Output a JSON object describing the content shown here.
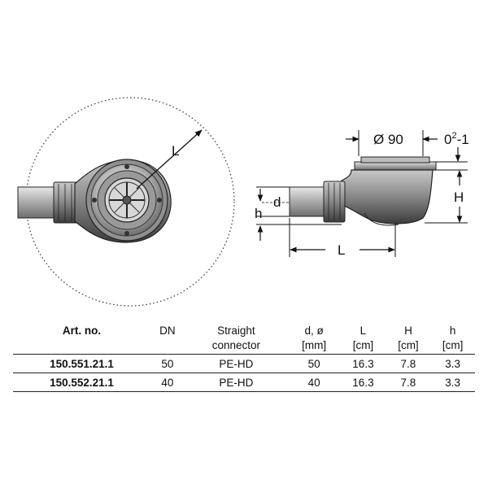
{
  "dimensions": {
    "length_label": "L",
    "diameter_label": "Ø 90",
    "adjust_prefix": "0",
    "adjust_sup": "2",
    "adjust_suffix": "-1",
    "height_label": "H",
    "connector_d_label": "d",
    "connector_h_label": "h",
    "side_length_label": "L"
  },
  "table": {
    "headers": [
      {
        "line1": "Art. no.",
        "line2": ""
      },
      {
        "line1": "DN",
        "line2": ""
      },
      {
        "line1": "Straight",
        "line2": "connector"
      },
      {
        "line1": "d, ø",
        "line2": "[mm]"
      },
      {
        "line1": "L",
        "line2": "[cm]"
      },
      {
        "line1": "H",
        "line2": "[cm]"
      },
      {
        "line1": "h",
        "line2": "[cm]"
      }
    ],
    "rows": [
      [
        "150.551.21.1",
        "50",
        "PE-HD",
        "50",
        "16.3",
        "7.8",
        "3.3"
      ],
      [
        "150.552.21.1",
        "40",
        "PE-HD",
        "40",
        "16.3",
        "7.8",
        "3.3"
      ]
    ]
  },
  "colors": {
    "line": "#111111",
    "body_fill": "#8a8a8a",
    "body_dark": "#4a4a4a",
    "chrome": "#d0d0d0"
  }
}
